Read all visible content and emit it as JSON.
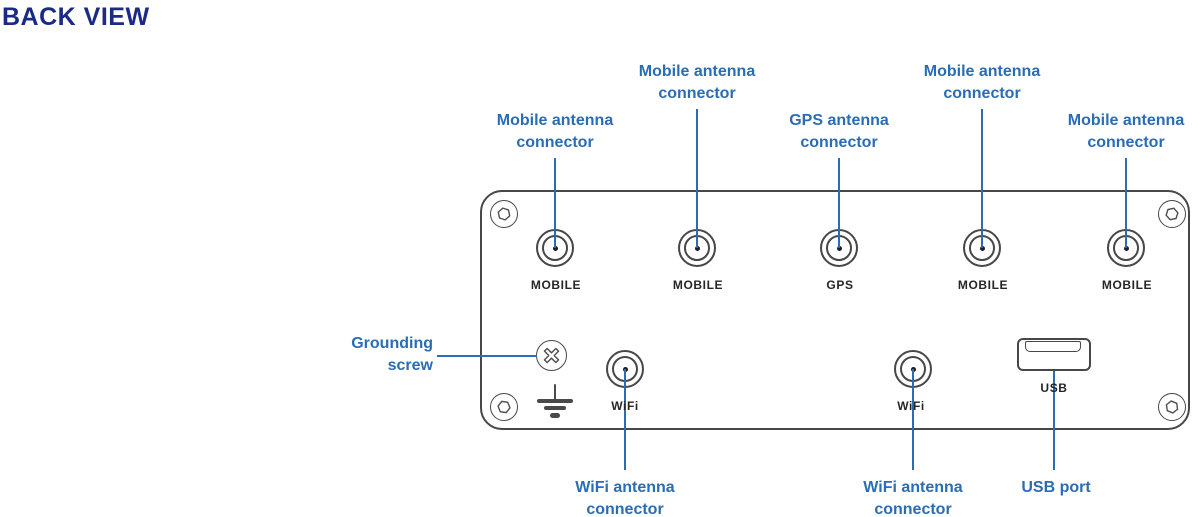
{
  "title": "BACK VIEW",
  "colors": {
    "title_navy": "#1b2a85",
    "accent_blue": "#2a6db4",
    "outline_gray": "#474747",
    "label_dark": "#262626"
  },
  "callouts": {
    "mobile1": {
      "line1": "Mobile antenna",
      "line2": "connector"
    },
    "mobile2": {
      "line1": "Mobile antenna",
      "line2": "connector"
    },
    "gps": {
      "line1": "GPS antenna",
      "line2": "connector"
    },
    "mobile3": {
      "line1": "Mobile antenna",
      "line2": "connector"
    },
    "mobile4": {
      "line1": "Mobile antenna",
      "line2": "connector"
    },
    "grounding": {
      "line1": "Grounding",
      "line2": "screw"
    },
    "wifi_left": {
      "line1": "WiFi antenna",
      "line2": "connector"
    },
    "wifi_right": {
      "line1": "WiFi antenna",
      "line2": "connector"
    },
    "usb": {
      "line1": "USB port"
    }
  },
  "ports": {
    "top": [
      {
        "label": "MOBILE"
      },
      {
        "label": "MOBILE"
      },
      {
        "label": "GPS"
      },
      {
        "label": "MOBILE"
      },
      {
        "label": "MOBILE"
      }
    ],
    "wifi_left": {
      "label": "WiFi"
    },
    "wifi_right": {
      "label": "WiFi"
    },
    "usb": {
      "label": "USB"
    }
  }
}
